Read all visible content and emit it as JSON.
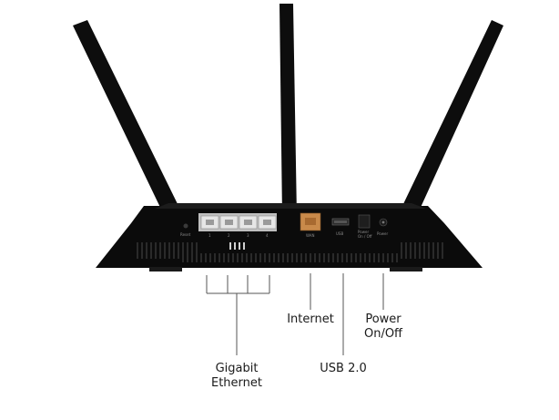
{
  "port_labels": {
    "reset": "Reset",
    "lan_numbers": [
      "1",
      "2",
      "3",
      "4"
    ],
    "wan": "WAN",
    "usb": "USB",
    "power_switch_line1": "Power",
    "power_switch_line2": "On / Off",
    "power_jack": "Power"
  },
  "callouts": {
    "internet": "Internet",
    "power_line1": "Power",
    "power_line2": "On/Off",
    "usb": "USB 2.0",
    "gigabit_line1": "Gigabit",
    "gigabit_line2": "Ethernet"
  },
  "colors": {
    "router_body": "#0b0b0b",
    "wan_port": "#c98a4a",
    "ethernet_port": "#d9d9d9",
    "callout_line": "#555555"
  }
}
